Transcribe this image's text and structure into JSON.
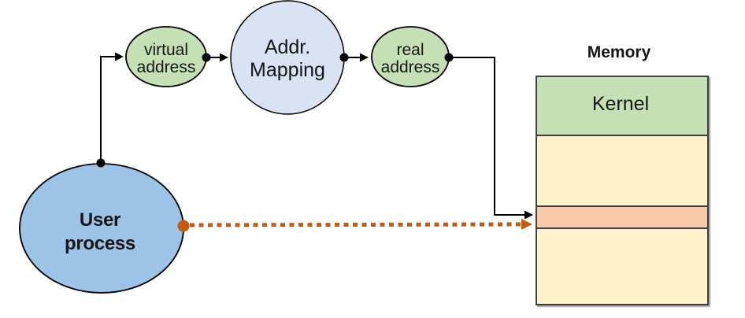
{
  "colors": {
    "node_green": "#c5e0b4",
    "node_light_blue": "#dae3f3",
    "node_blue": "#9dc3e6",
    "black_line": "#000000",
    "orange_arrow": "#c55a11",
    "memory_border": "#3f3f3f",
    "text": "#161616"
  },
  "nodes": {
    "user_process": {
      "line1": "User",
      "line2": "process",
      "fill": "#9dc3e6"
    },
    "virtual_address": {
      "line1": "virtual",
      "line2": "address",
      "fill": "#c5e0b4"
    },
    "addr_mapping": {
      "line1": "Addr.",
      "line2": "Mapping",
      "fill": "#dae3f3"
    },
    "real_address": {
      "line1": "real",
      "line2": "address",
      "fill": "#c5e0b4"
    }
  },
  "memory": {
    "title": "Memory",
    "sections": [
      {
        "name": "kernel",
        "label": "Kernel",
        "fill": "#c5e0b4"
      },
      {
        "name": "upper-user-space",
        "label": "",
        "fill": "#fff2cc"
      },
      {
        "name": "mapped-frame",
        "label": "",
        "fill": "#f8cbad"
      },
      {
        "name": "lower-user-space",
        "label": "",
        "fill": "#fff2cc"
      }
    ]
  }
}
